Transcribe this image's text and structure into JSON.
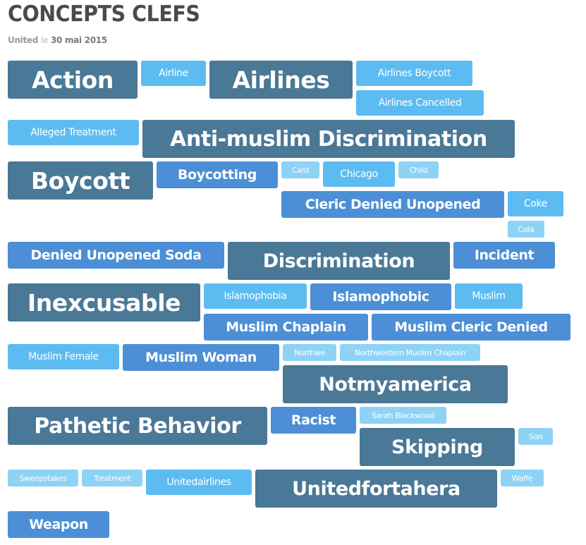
{
  "header": {
    "title": "CONCEPTS CLEFS",
    "byline_author": "United",
    "byline_connector": "le",
    "byline_date": "30 mai 2015"
  },
  "tags": [
    "Action",
    "Airline",
    "Airlines",
    "Airlines Boycott",
    "Airlines Cancelled",
    "Alleged Treatment",
    "Anti-muslim Discrimination",
    "Boycott",
    "Boycotting",
    "Card",
    "Chicago",
    "Child",
    "Cleric Denied Unopened",
    "Coke",
    "Cola",
    "Denied Unopened Soda",
    "Discrimination",
    "Incident",
    "Inexcusable",
    "Islamophobia",
    "Islamophobic",
    "Muslim",
    "Muslim Chaplain",
    "Muslim Cleric Denied",
    "Muslim Female",
    "Muslim Woman",
    "Northwe",
    "Northwestern Muslim Chaplain",
    "Notmyamerica",
    "Pathetic Behavior",
    "Racist",
    "Sarah Blackwood",
    "Skipping",
    "Son",
    "Sweepstakes",
    "Treatment",
    "Unitedairlines",
    "Unitedfortahera",
    "Waffe",
    "Weapon"
  ],
  "colors": {
    "tier_small": "#8ed2f5",
    "tier_light": "#5cbcf2",
    "tier_medium": "#4c8fd6",
    "tier_large": "#4a7897",
    "title": "#4a4a4a"
  }
}
